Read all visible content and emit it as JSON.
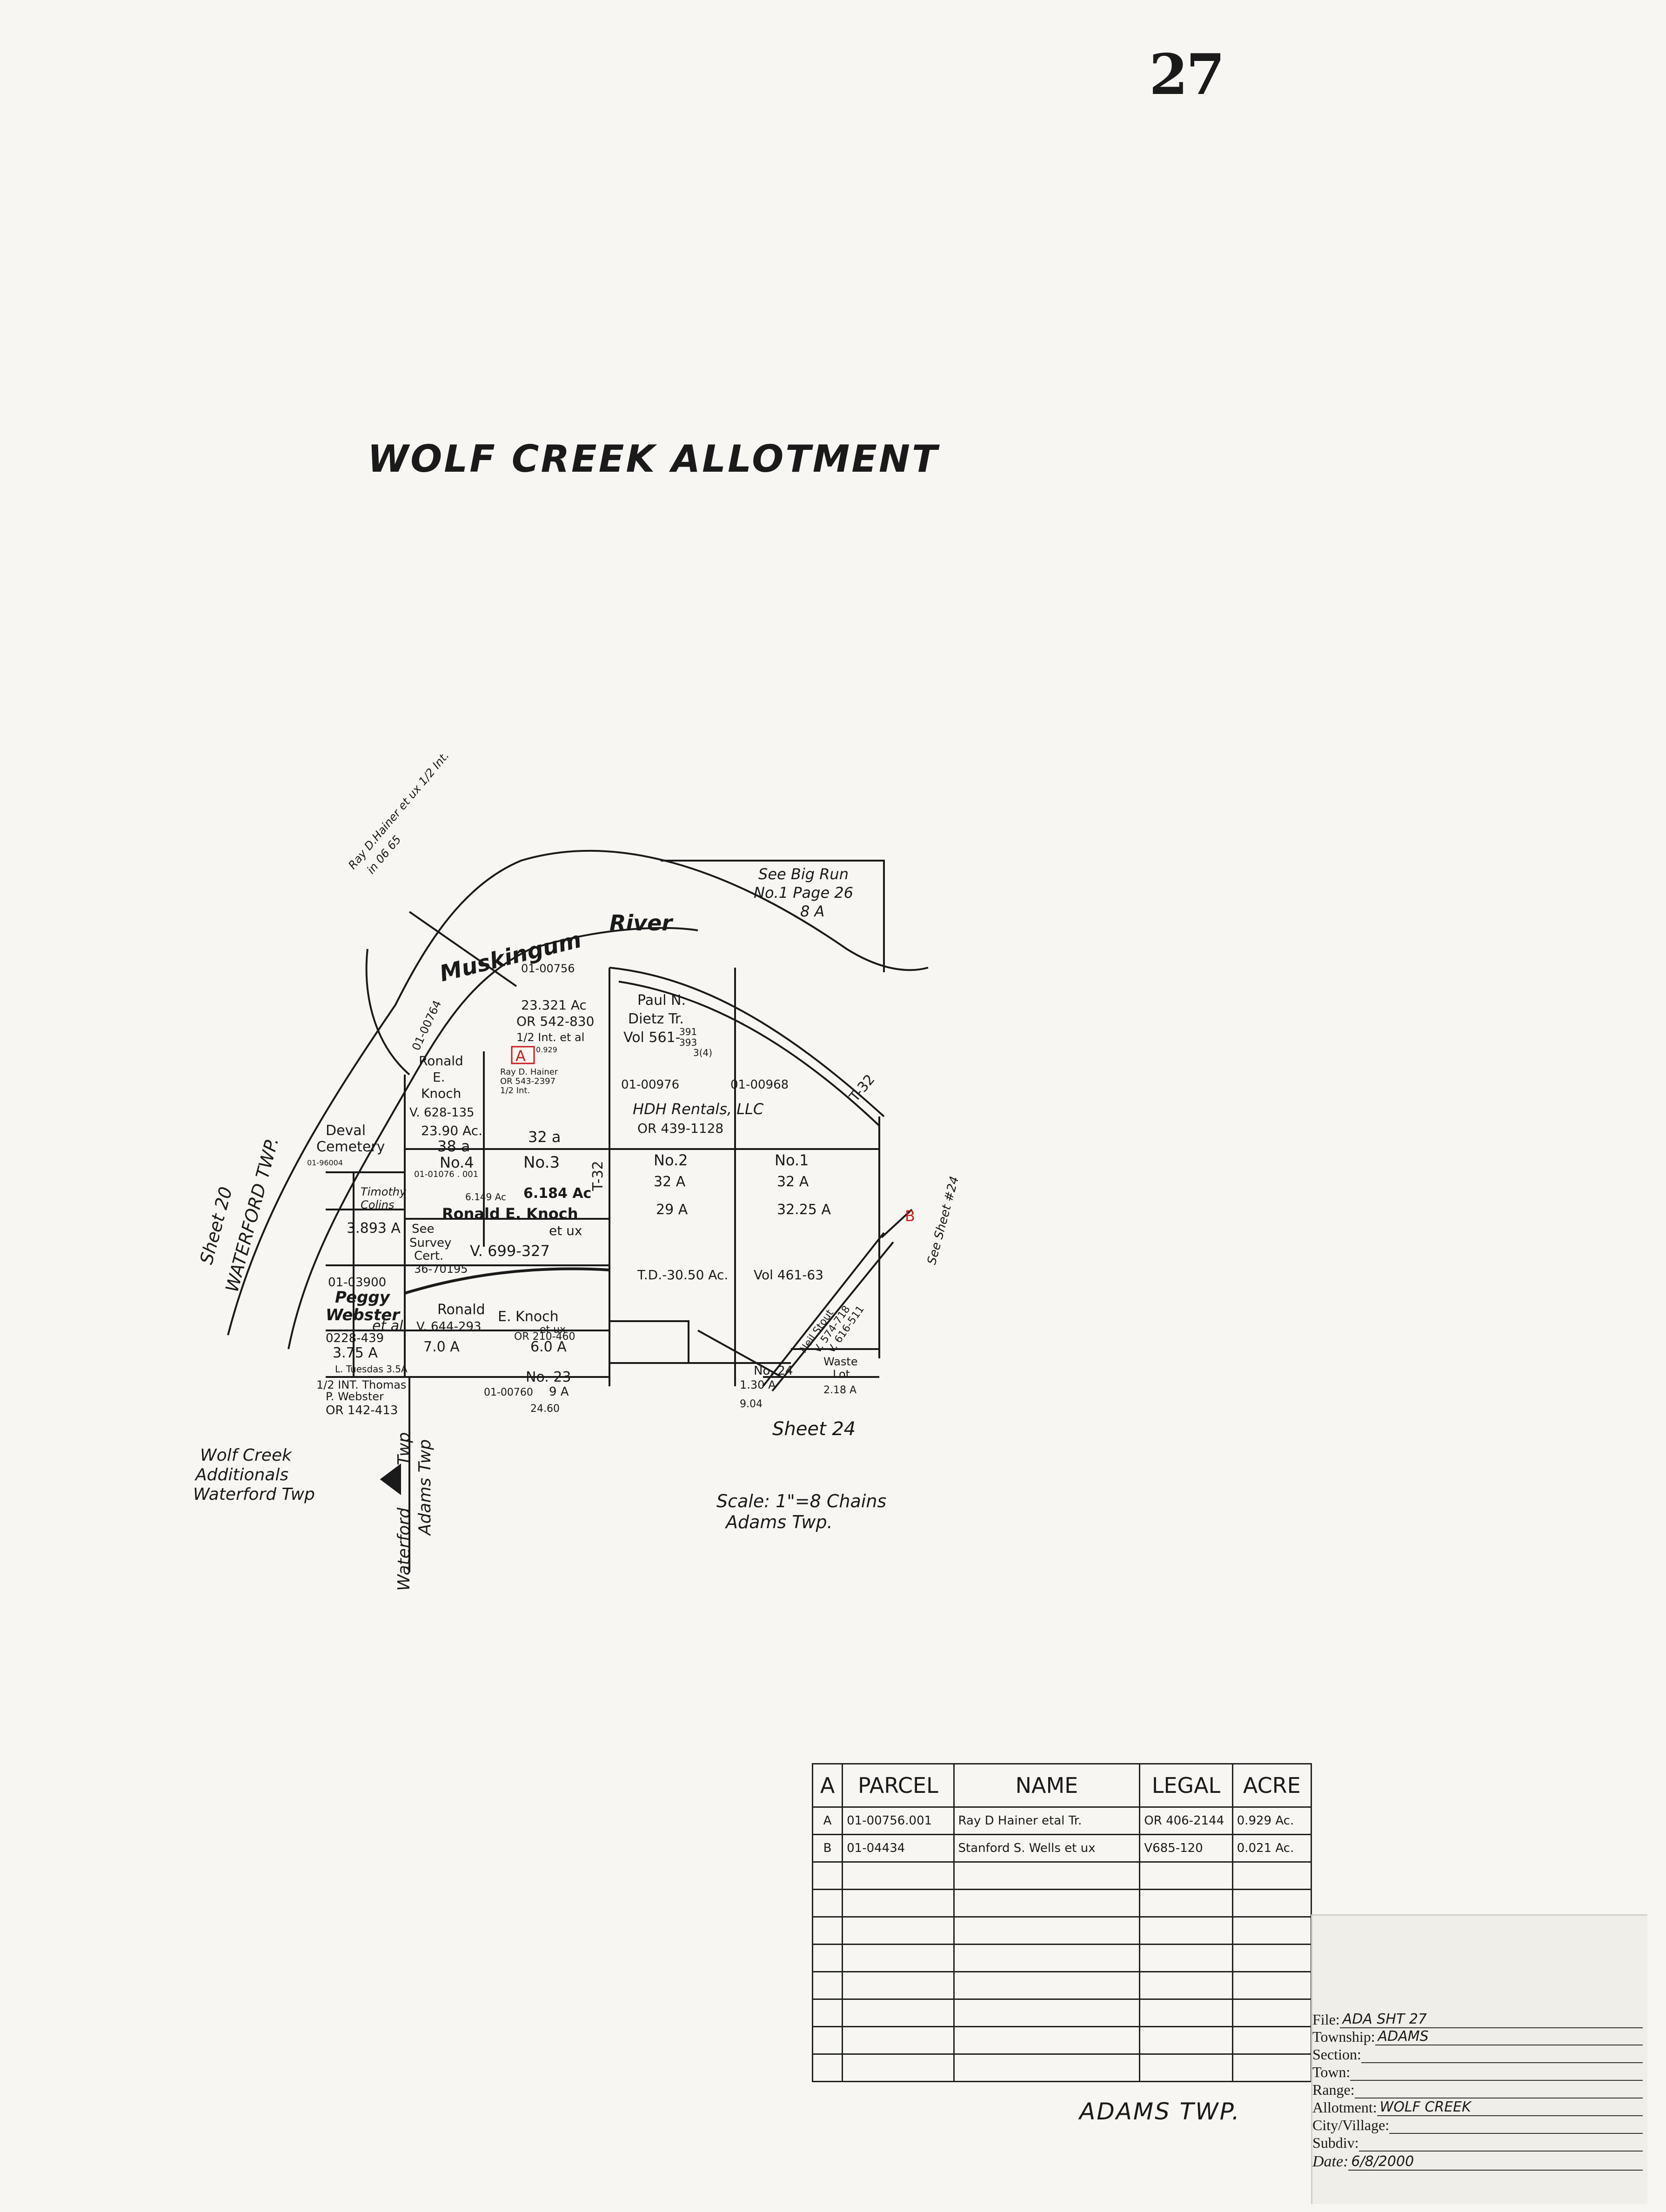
{
  "sheet": {
    "number": "27",
    "title": "WOLF CREEK ALLOTMENT"
  },
  "map": {
    "river": [
      "Muskingum",
      "River"
    ],
    "see_big_run": [
      "See Big Run",
      "No.1 Page 26",
      "8 A"
    ],
    "hainer_note": [
      "Ray D.Hainer et ux 1/2 Int.",
      "in 06 65"
    ],
    "parcel_ids": [
      "01-00756",
      "01-00764",
      "01-00976",
      "01-00968"
    ],
    "paul_dietz": [
      "Paul N.",
      "Dietz Tr.",
      "Vol 561-"
    ],
    "dietz_vol_ref": [
      "391",
      "393",
      "3(4)"
    ],
    "parcel_a_acres": [
      "23.321 Ac",
      "OR 542-830",
      "1/2 Int. et al"
    ],
    "marker_a": "A",
    "marker_a_acre": "0.929",
    "hainer_small": [
      "Ray D. Hainer",
      "OR 543-2397",
      "1/2 Int."
    ],
    "ronald_knoch": [
      "Ronald",
      "E.",
      "Knoch",
      "V. 628-135",
      "23.90 Ac."
    ],
    "hdh": "HDH Rentals, LLC",
    "hdh_or": "OR 439-1128",
    "lots": [
      {
        "no": "No.4",
        "acre": "38 a"
      },
      {
        "no": "No.3",
        "acre": "32 a"
      },
      {
        "no": "No.2",
        "acre": "32 A"
      },
      {
        "no": "No.1",
        "acre": "32 A"
      }
    ],
    "lot1_acre2": "32.25 A",
    "lot2_acre2": "29 A",
    "t32": [
      "T-32",
      "T-32"
    ],
    "ronald_e_knoch_mid": [
      "6.184 Ac",
      "Ronald E. Knoch",
      "et ux",
      "V. 699-327"
    ],
    "ronald_knoch_small": [
      "6.149 Ac",
      "01-01076 . 001"
    ],
    "timothy": [
      "Timothy",
      "Colins"
    ],
    "tim_acres": "3.893 A",
    "see_survey": [
      "See",
      "Survey",
      "Cert.",
      "36-70195"
    ],
    "deval": [
      "Deval",
      "Cemetery"
    ],
    "deval_id": "01-96004",
    "sheet20": [
      "Sheet 20",
      "WATERFORD TWP."
    ],
    "peggy": [
      "Peggy",
      "Webster",
      "et al"
    ],
    "peggy_ids": [
      "01-03900",
      "0228-439"
    ],
    "peggy_acres": "3.75 A",
    "webster_note": [
      "L. Tuesdas 3.5A",
      "1/2 INT. Thomas",
      "P. Webster",
      "OR 142-413"
    ],
    "ronald_lower": [
      "Ronald",
      "V. 644-293",
      "7.0 A"
    ],
    "e_knoch": [
      "E. Knoch",
      "et ux",
      "OR 210-460",
      "6.0 A"
    ],
    "no23": [
      "No. 23",
      "9 A",
      "01-00760"
    ],
    "no24": "No. 24",
    "small_refs": [
      "24.60",
      "9.04",
      "1.30 A",
      "2.18 A"
    ],
    "waste_lot": [
      "Waste",
      "Lot"
    ],
    "td": "T.D.-30.50 Ac.",
    "vol461": "Vol 461-63",
    "stanford_b": "B",
    "stanford_note": [
      "Neil Stout",
      "V. 574-718",
      "V. 616-511"
    ],
    "see_sheet_24_side": "See Sheet #24",
    "sheet24": "Sheet 24",
    "scale": [
      "Scale: 1\"=8 Chains",
      "Adams Twp."
    ],
    "wolf_creek_add": [
      "Wolf Creek",
      "Additionals",
      "Waterford Twp"
    ],
    "twp_labels": [
      "Waterford",
      "Twp",
      "Adams Twp"
    ]
  },
  "table": {
    "headers": [
      "A",
      "PARCEL",
      "NAME",
      "LEGAL",
      "ACRE"
    ],
    "rows": [
      {
        "key": "A",
        "parcel": "01-00756.001",
        "name": "Ray D Hainer etal Tr.",
        "legal": "OR 406-2144",
        "acre": "0.929 Ac."
      },
      {
        "key": "B",
        "parcel": "01-04434",
        "name": "Stanford S. Wells et ux",
        "legal": "V685-120",
        "acre": "0.021 Ac."
      }
    ],
    "empty_rows": 8
  },
  "title_block": {
    "file_label": "File:",
    "file": "ADA SHT 27",
    "township_label": "Township:",
    "township": "ADAMS",
    "section_label": "Section:",
    "section": "",
    "town_label": "Town:",
    "town": "",
    "range_label": "Range:",
    "range": "",
    "allotment_label": "Allotment:",
    "allotment": "WOLF CREEK",
    "city_label": "City/Village:",
    "city": "",
    "subdiv_label": "Subdiv:",
    "subdiv": "",
    "date_label": "Date:",
    "date": "6/8/2000"
  },
  "footer_twp": "ADAMS TWP.",
  "colors": {
    "ink": "#1a1a1a",
    "paper": "#f7f6f2",
    "red_marker": "#c81e1e"
  }
}
